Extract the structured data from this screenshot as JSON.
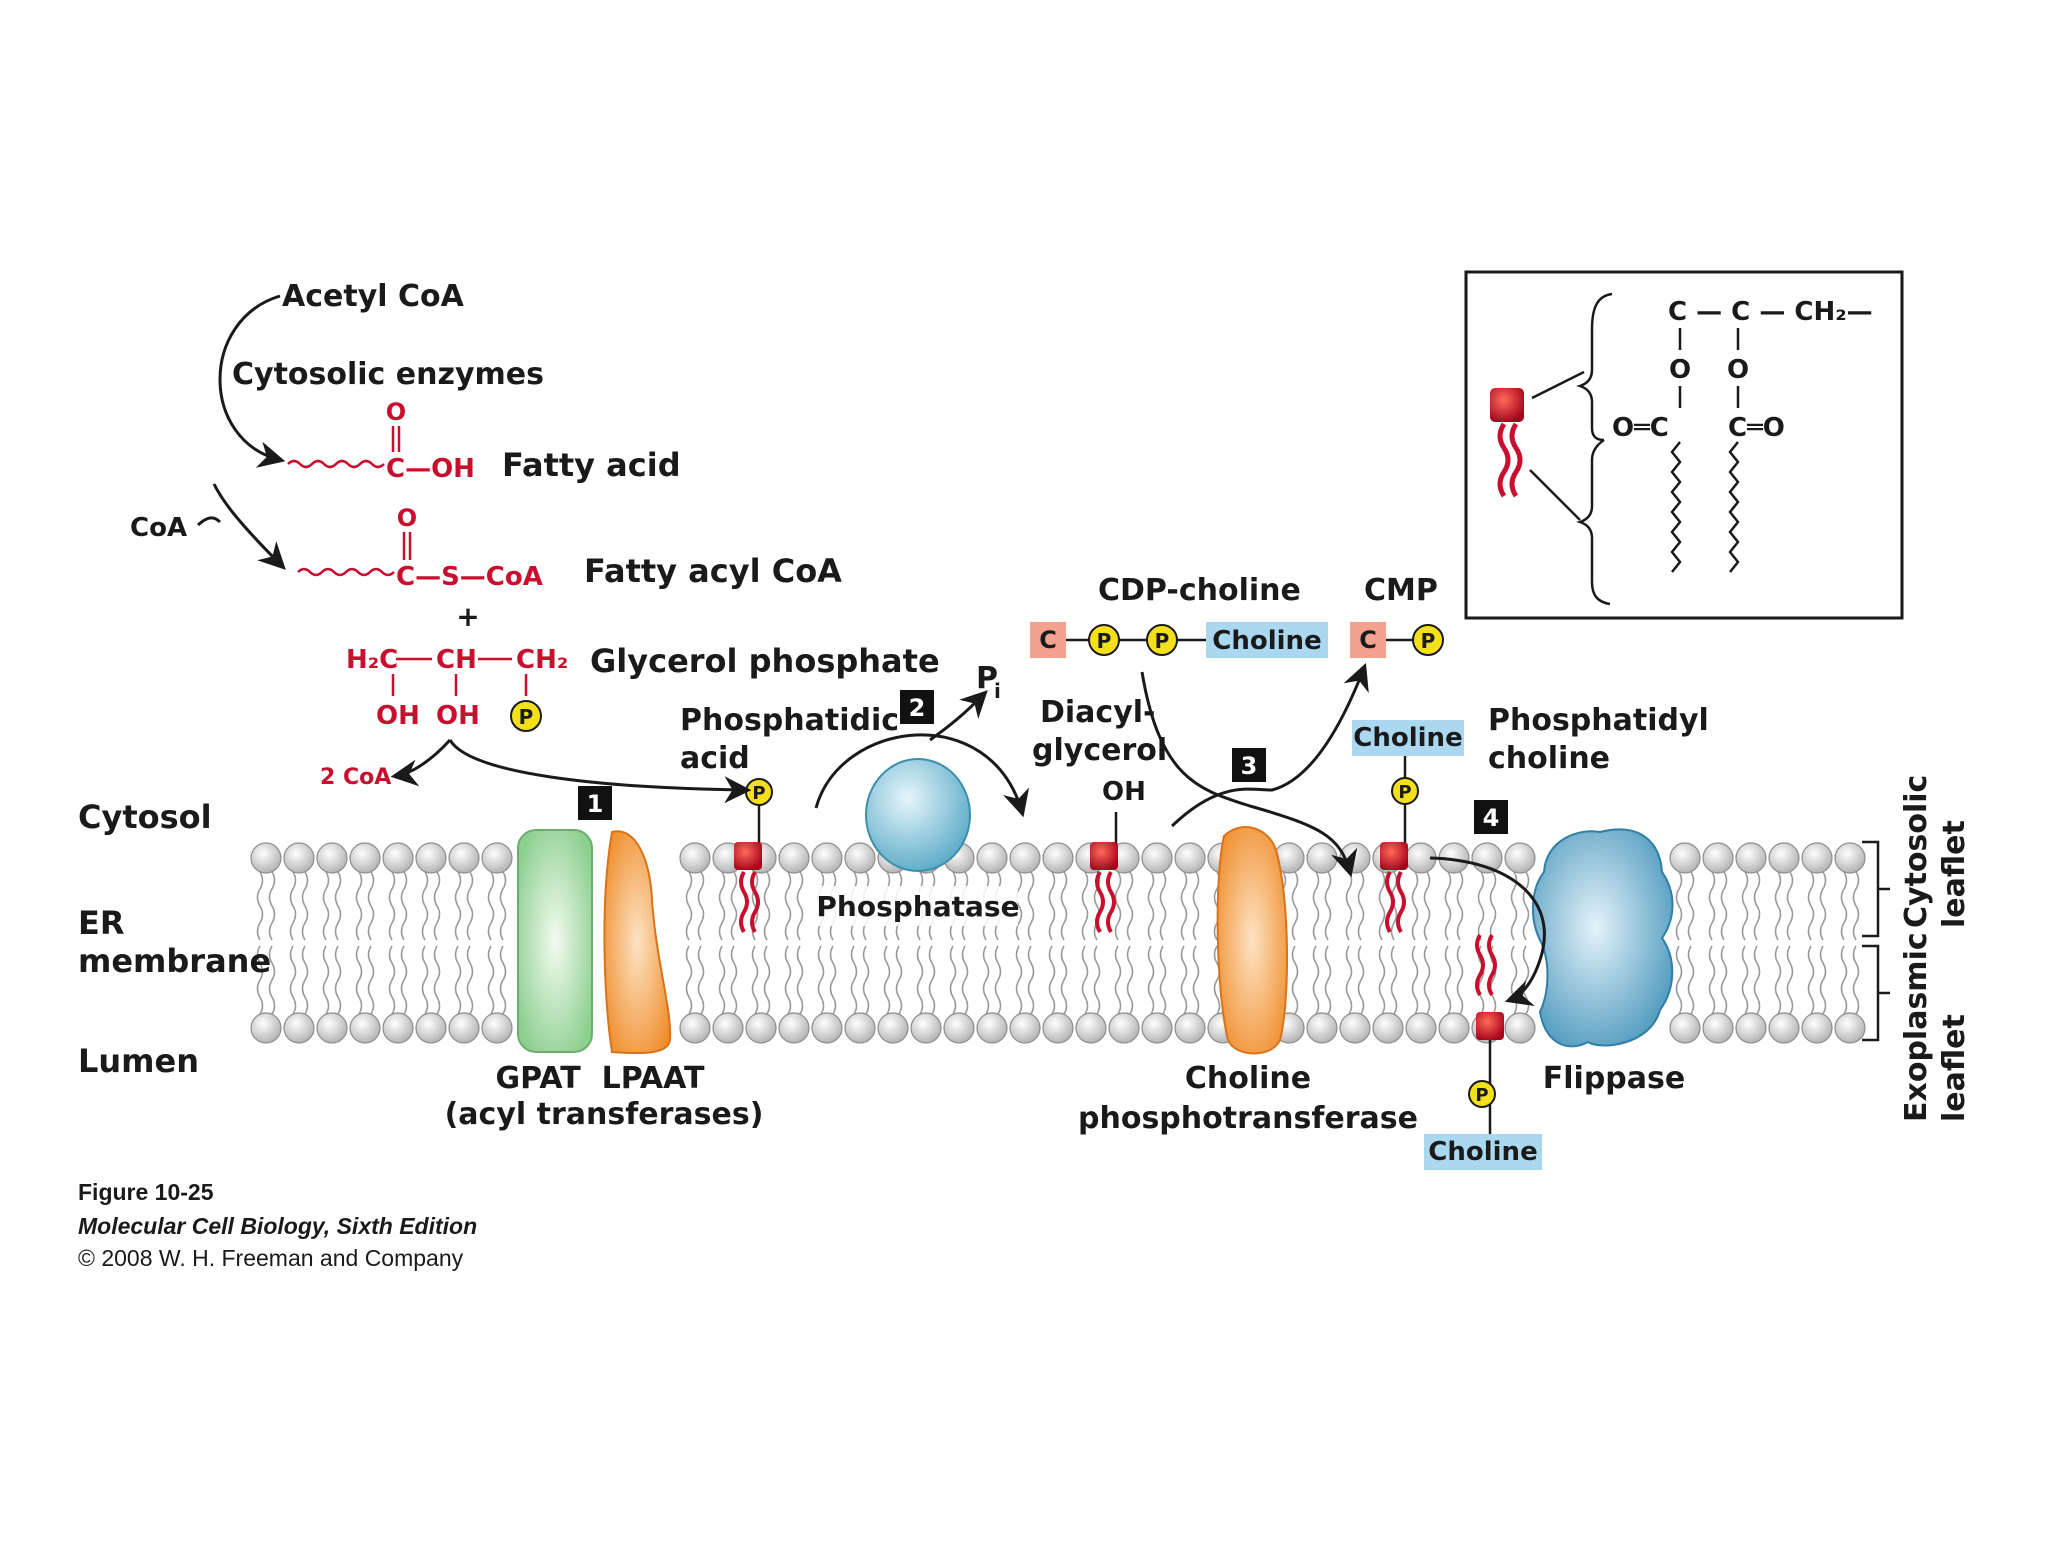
{
  "colors": {
    "chemical_red": "#c8102e",
    "phosphate_yellow": "#f4e01a",
    "choline_blue": "#a9d8f0",
    "cytidine_pink": "#f2a28f",
    "gpat_green": "#9fd8a0",
    "transferase_orange": "#f39a3a",
    "phosphatase_blue": "#7fc6dc",
    "flippase_blue": "#5aa9cc",
    "lipid_head_gray": "#d5d5d5"
  },
  "labels": {
    "acetyl_coa": "Acetyl CoA",
    "cytosolic_enzymes": "Cytosolic enzymes",
    "fatty_acid": "Fatty acid",
    "coa": "CoA",
    "fatty_acyl_coa": "Fatty acyl CoA",
    "plus": "+",
    "glycerol_phosphate": "Glycerol phosphate",
    "two_coa": "2 CoA",
    "phosphatidic_acid_l1": "Phosphatidic",
    "phosphatidic_acid_l2": "acid",
    "pi": "P",
    "pi_sub": "i",
    "diacylglycerol_l1": "Diacyl-",
    "diacylglycerol_l2": "glycerol",
    "oh": "OH",
    "cdp_choline": "CDP-choline",
    "cmp": "CMP",
    "phosphatidylcholine_l1": "Phosphatidyl",
    "phosphatidylcholine_l2": "choline",
    "cytosol": "Cytosol",
    "er_membrane_l1": "ER",
    "er_membrane_l2": "membrane",
    "lumen": "Lumen",
    "phosphatase": "Phosphatase",
    "gpat_lpaat": "GPAT  LPAAT",
    "acyl_transferases": "(acyl transferases)",
    "choline_phospho_l1": "Choline",
    "choline_phospho_l2": "phosphotransferase",
    "flippase": "Flippase",
    "cytosolic_leaflet_l1": "Cytosolic",
    "cytosolic_leaflet_l2": "leaflet",
    "exoplasmic_leaflet_l1": "Exoplasmic",
    "exoplasmic_leaflet_l2": "leaflet",
    "choline": "Choline",
    "c": "C",
    "p": "P"
  },
  "chemistry": {
    "o": "O",
    "c_oh": "C—OH",
    "c_s_coa": "C—S—CoA",
    "h2c": "H₂C",
    "ch": "CH",
    "ch2": "CH₂",
    "oh": "OH",
    "inset_top": "C — C — CH₂—",
    "inset_o": "O",
    "inset_oc": "O═C",
    "inset_co": "C═O"
  },
  "steps": [
    "1",
    "2",
    "3",
    "4"
  ],
  "caption": {
    "figure": "Figure 10-25",
    "book": "Molecular Cell Biology, Sixth Edition",
    "copyright": "© 2008 W. H. Freeman and Company"
  }
}
